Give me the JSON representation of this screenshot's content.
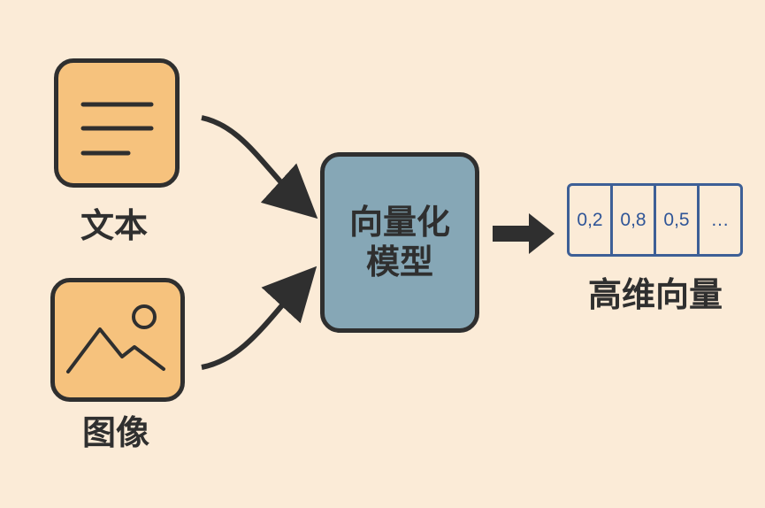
{
  "inputs": {
    "text_label": "文本",
    "image_label": "图像",
    "text_icon": "document-lines-icon",
    "image_icon": "landscape-image-icon"
  },
  "model": {
    "label": "向量化\n模型"
  },
  "output": {
    "vector_values": [
      "0,2",
      "0,8",
      "0,5",
      "…"
    ],
    "label": "高维向量"
  },
  "colors": {
    "background": "#fbebd7",
    "input_fill": "#f6c27d",
    "model_fill": "#86a7b6",
    "outline": "#2f2f2f",
    "vector_stroke": "#3d5f96",
    "vector_text": "#2f5597"
  }
}
